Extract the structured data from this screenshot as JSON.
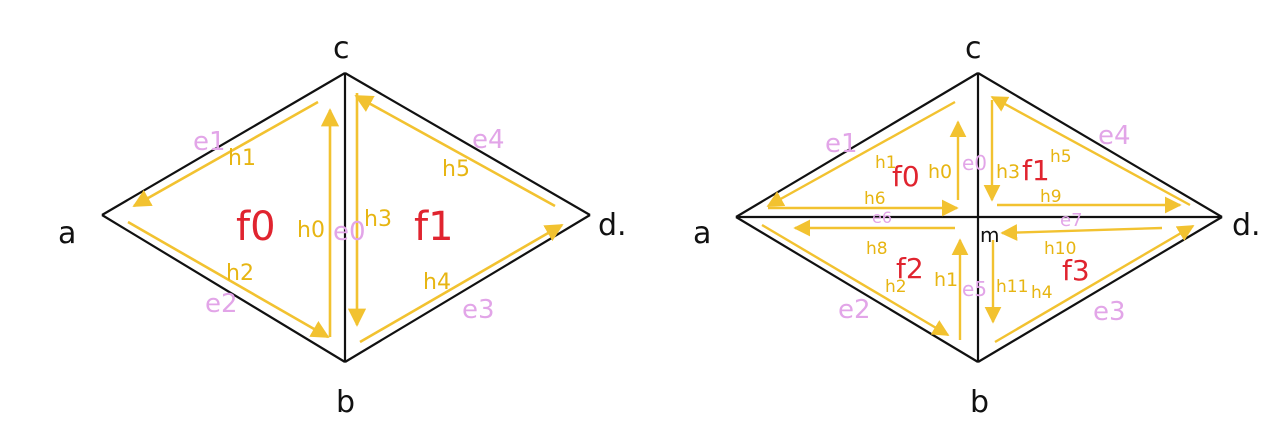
{
  "colors": {
    "edge": "#111111",
    "halfedge": "#f2c230",
    "edge_label": "#e2a5e8",
    "face_label": "#e0242f"
  },
  "left": {
    "vertices": {
      "a": "a",
      "b": "b",
      "c": "c",
      "d": "d."
    },
    "edges": {
      "e0": "e0",
      "e1": "e1",
      "e2": "e2",
      "e3": "e3",
      "e4": "e4"
    },
    "halfedges": {
      "h0": "h0",
      "h1": "h1",
      "h2": "h2",
      "h3": "h3",
      "h4": "h4",
      "h5": "h5"
    },
    "faces": {
      "f0": "f0",
      "f1": "f1"
    }
  },
  "right": {
    "vertices": {
      "a": "a",
      "b": "b",
      "c": "c",
      "d": "d.",
      "m": "m"
    },
    "edges": {
      "e0": "e0",
      "e1": "e1",
      "e2": "e2",
      "e3": "e3",
      "e4": "e4",
      "e5": "e5",
      "e6": "e6",
      "e7": "e7"
    },
    "halfedges": {
      "h0": "h0",
      "h1": "h1",
      "h2": "h2",
      "h3": "h3",
      "h4": "h4",
      "h5": "h5",
      "h6": "h6",
      "h8": "h8",
      "h9": "h9",
      "h10": "h10",
      "h11": "h11",
      "h1b": "h1"
    },
    "faces": {
      "f0": "f0",
      "f1": "f1",
      "f2": "f2",
      "f3": "f3"
    }
  }
}
